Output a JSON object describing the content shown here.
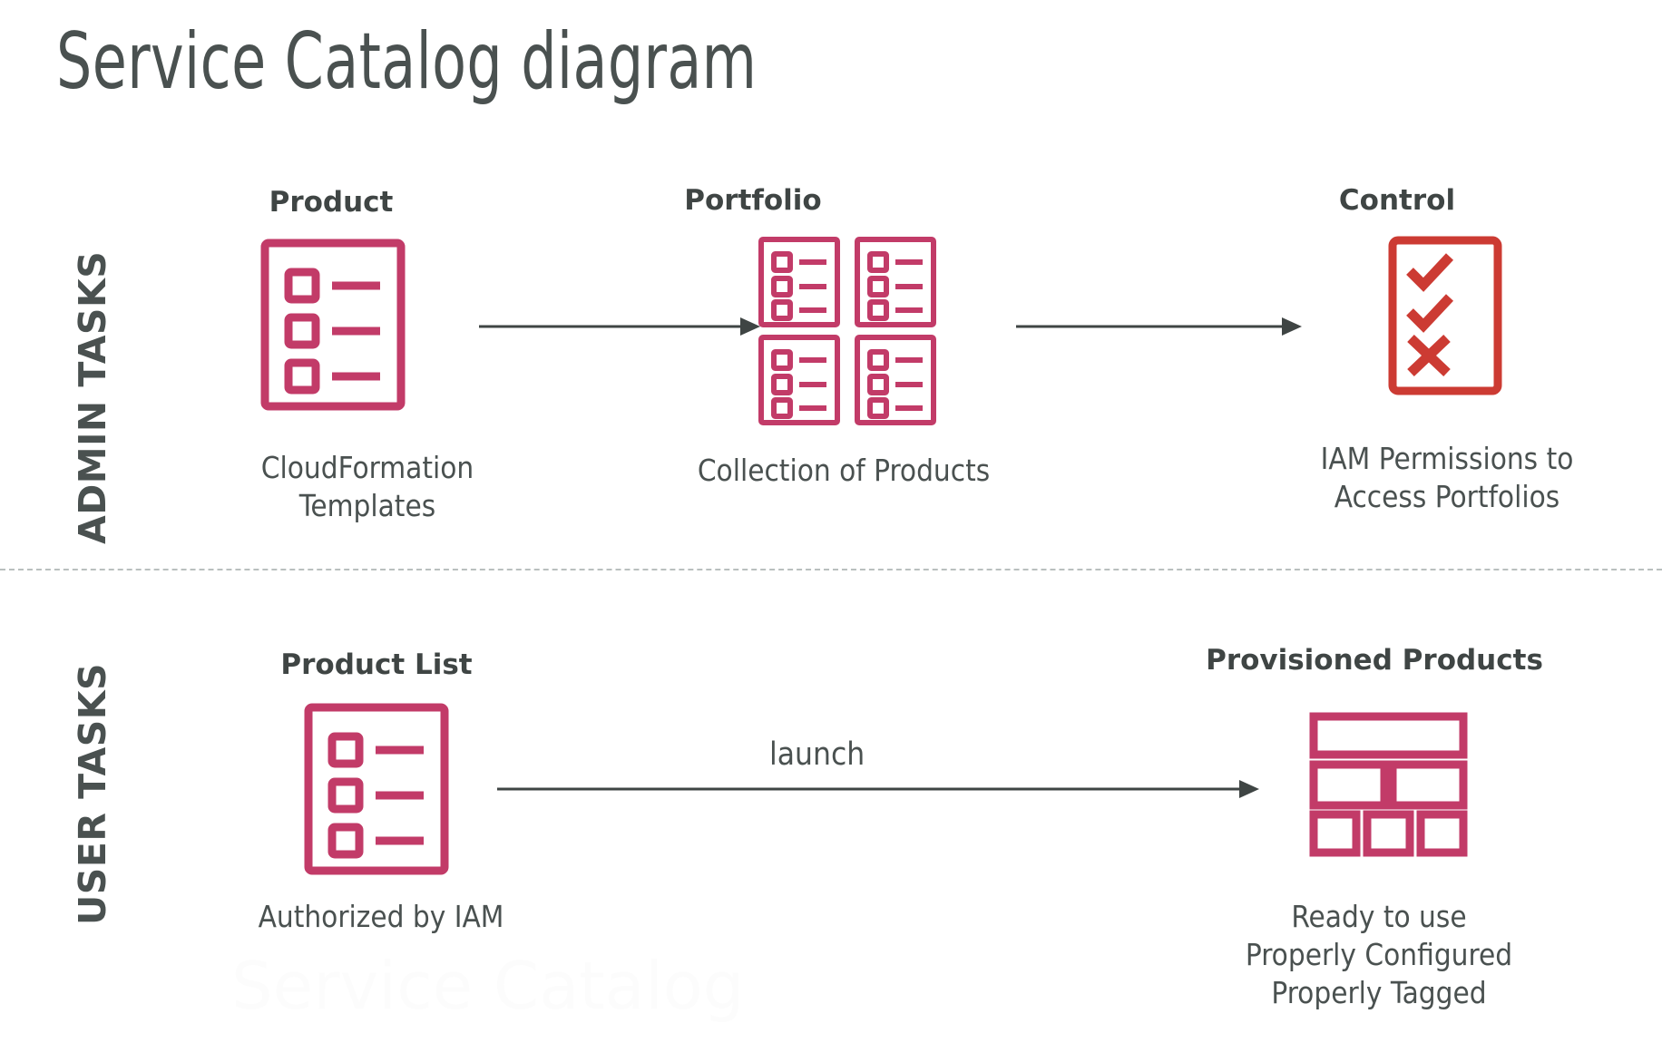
{
  "title": "Service Catalog diagram",
  "colors": {
    "accent_crimson": "#C23B68",
    "accent_red": "#CC3B33",
    "text_dark": "#3f4544",
    "text_gray": "#4a5150",
    "divider": "#b9bfbe",
    "arrow": "#3f4544",
    "background": "#ffffff"
  },
  "rows": [
    {
      "id": "admin",
      "label": "ADMIN TASKS"
    },
    {
      "id": "user",
      "label": "USER TASKS"
    }
  ],
  "admin_row": {
    "nodes": [
      {
        "id": "product",
        "title": "Product",
        "caption": "CloudFormation\nTemplates",
        "icon": "checklist-document-icon",
        "icon_color": "#C23B68",
        "rows_in_icon": 3
      },
      {
        "id": "portfolio",
        "title": "Portfolio",
        "caption": "Collection of Products",
        "icon": "portfolio-grid-icon",
        "icon_color": "#C23B68",
        "documents": 4
      },
      {
        "id": "control",
        "title": "Control",
        "caption": "IAM Permissions to\nAccess Portfolios",
        "icon": "checkmark-document-icon",
        "icon_color": "#CC3B33",
        "marks": [
          "check",
          "check",
          "cross"
        ]
      }
    ],
    "arrows": [
      {
        "id": "product-to-portfolio",
        "label": ""
      },
      {
        "id": "portfolio-to-control",
        "label": ""
      }
    ]
  },
  "user_row": {
    "nodes": [
      {
        "id": "product-list",
        "title": "Product List",
        "caption": "Authorized by IAM",
        "icon": "checklist-document-icon",
        "icon_color": "#C23B68",
        "rows_in_icon": 3
      },
      {
        "id": "provisioned-products",
        "title": "Provisioned Products",
        "caption": "Ready to use\nProperly Configured\nProperly Tagged",
        "icon": "tiles-layout-icon",
        "icon_color": "#C23B68",
        "tiles": [
          1,
          2,
          3
        ]
      }
    ],
    "arrows": [
      {
        "id": "launch-arrow",
        "label": "launch"
      }
    ]
  },
  "watermark": "Service Catalog"
}
